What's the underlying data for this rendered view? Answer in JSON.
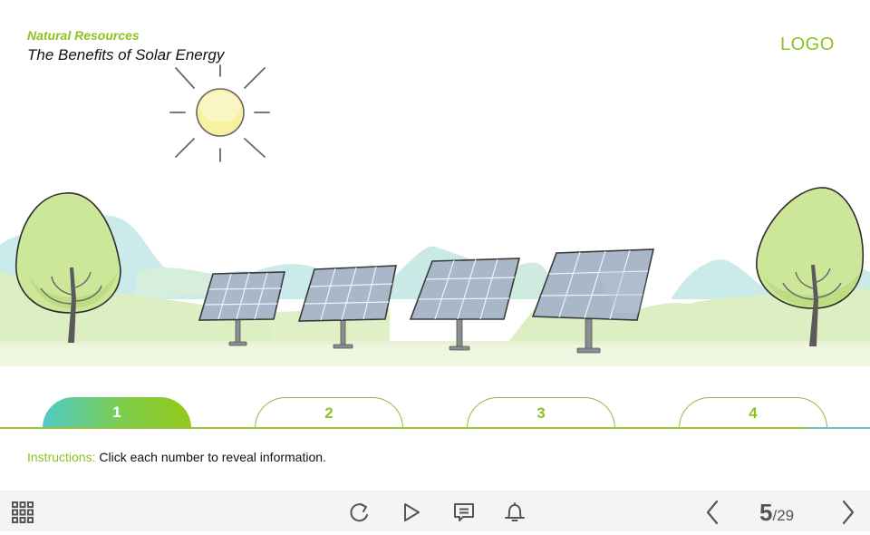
{
  "header": {
    "subtitle": "Natural Resources",
    "title": "The Benefits of Solar Energy",
    "logo": "LOGO"
  },
  "scene": {
    "illustration": "sun-trees-solar-panels",
    "icons": [
      "sun-icon",
      "tree-icon",
      "solar-panel-icon"
    ],
    "solar_panel_count": 4,
    "tree_count": 2
  },
  "tabs": [
    {
      "label": "1",
      "active": true
    },
    {
      "label": "2",
      "active": false
    },
    {
      "label": "3",
      "active": false
    },
    {
      "label": "4",
      "active": false
    }
  ],
  "instructions": {
    "label": "Instructions:",
    "text": " Click each number to reveal information."
  },
  "footer": {
    "menu_icon": "grid-menu-icon",
    "controls": [
      "replay-icon",
      "play-icon",
      "comment-icon",
      "bell-icon"
    ],
    "prev_icon": "chevron-left-icon",
    "next_icon": "chevron-right-icon",
    "page_current": "5",
    "page_total": "/29"
  },
  "colors": {
    "accent_green": "#8dc21f",
    "accent_teal": "#4ecbc8",
    "footer_bg": "#f4f4f4",
    "icon_gray": "#555555"
  }
}
